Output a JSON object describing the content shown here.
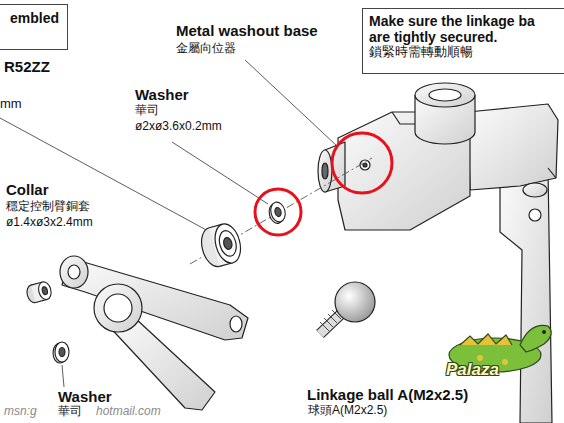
{
  "diagram": {
    "nodes": [
      {
        "text": [
          "embled"
        ]
      },
      {
        "text": [
          "Make sure the linkage ba are tightly secured.",
          "鎖緊時需轉動順暢"
        ]
      }
    ],
    "edges": [],
    "labels": [
      "R52ZZ",
      "mm",
      "Metal washout base",
      "金屬向位器",
      "Washer",
      "華司",
      "ø2xø3.6x0.2mm",
      "Collar",
      "穩定控制臂銅套",
      "ø1.4xø3x2.4mm",
      "Washer",
      "華司",
      "Linkage ball A(M2x2.5)",
      "球頭A(M2x2.5)",
      "Palaza",
      "msn:g",
      "hotmail.com"
    ]
  }
}
